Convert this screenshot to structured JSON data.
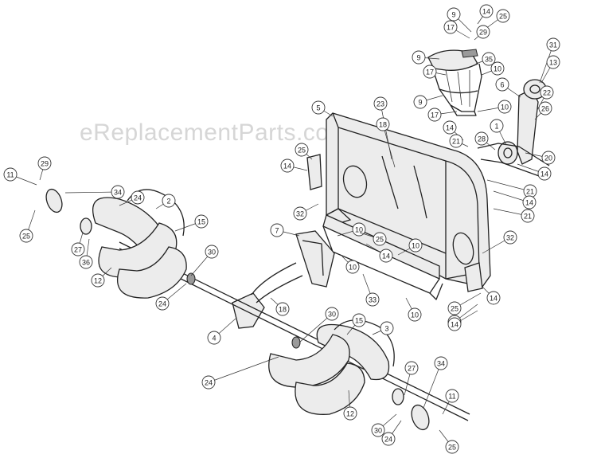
{
  "watermark": "eReplacementParts.com",
  "callouts": [
    {
      "n": "9"
    },
    {
      "n": "14"
    },
    {
      "n": "25"
    },
    {
      "n": "17"
    },
    {
      "n": "29"
    },
    {
      "n": "9"
    },
    {
      "n": "35"
    },
    {
      "n": "17"
    },
    {
      "n": "10"
    },
    {
      "n": "9"
    },
    {
      "n": "17"
    },
    {
      "n": "10"
    },
    {
      "n": "31"
    },
    {
      "n": "13"
    },
    {
      "n": "6"
    },
    {
      "n": "22"
    },
    {
      "n": "26"
    },
    {
      "n": "5"
    },
    {
      "n": "23"
    },
    {
      "n": "18"
    },
    {
      "n": "1"
    },
    {
      "n": "14"
    },
    {
      "n": "21"
    },
    {
      "n": "28"
    },
    {
      "n": "20"
    },
    {
      "n": "14"
    },
    {
      "n": "25"
    },
    {
      "n": "14"
    },
    {
      "n": "21"
    },
    {
      "n": "14"
    },
    {
      "n": "32"
    },
    {
      "n": "21"
    },
    {
      "n": "11"
    },
    {
      "n": "29"
    },
    {
      "n": "34"
    },
    {
      "n": "24"
    },
    {
      "n": "2"
    },
    {
      "n": "25"
    },
    {
      "n": "15"
    },
    {
      "n": "27"
    },
    {
      "n": "36"
    },
    {
      "n": "12"
    },
    {
      "n": "7"
    },
    {
      "n": "10"
    },
    {
      "n": "10"
    },
    {
      "n": "25"
    },
    {
      "n": "14"
    },
    {
      "n": "10"
    },
    {
      "n": "30"
    },
    {
      "n": "32"
    },
    {
      "n": "24"
    },
    {
      "n": "33"
    },
    {
      "n": "25"
    },
    {
      "n": "18"
    },
    {
      "n": "14"
    },
    {
      "n": "25"
    },
    {
      "n": "14"
    },
    {
      "n": "10"
    },
    {
      "n": "4"
    },
    {
      "n": "30"
    },
    {
      "n": "15"
    },
    {
      "n": "3"
    },
    {
      "n": "24"
    },
    {
      "n": "27"
    },
    {
      "n": "34"
    },
    {
      "n": "12"
    },
    {
      "n": "11"
    },
    {
      "n": "30"
    },
    {
      "n": "24"
    },
    {
      "n": "25"
    }
  ]
}
